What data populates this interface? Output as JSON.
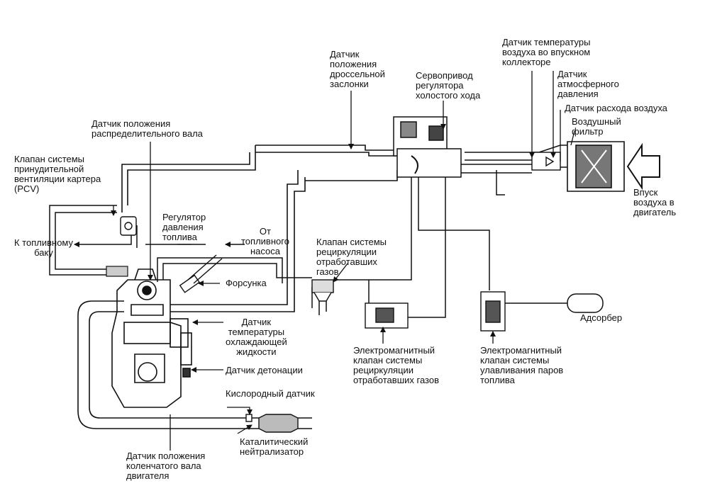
{
  "colors": {
    "ink": "#111111",
    "paper": "#ffffff"
  },
  "labels": {
    "tps": "Датчик\nположения\nдроссельной\nзаслонки",
    "iac": "Сервопривод\nрегулятора\nхолостого хода",
    "iat": "Датчик температуры\nвоздуха во впускном\nколлекторе",
    "baro": "Датчик\nатмосферного\nдавления",
    "maf": "Датчик расхода воздуха",
    "air_filter": "Воздушный\nфильтр",
    "intake": "Впуск\nвоздуха в\nдвигатель",
    "cam": "Датчик положения\nраспределительного вала",
    "pcv": "Клапан системы\nпринудительной\nвентиляции картера\n(PCV)",
    "fuel_reg": "Регулятор\nдавления\nтоплива",
    "from_pump": "От\nтопливного\nнасоса",
    "to_tank": "К топливному\nбаку",
    "egr_valve": "Клапан системы\nрециркуляции\nотработавших\nгазов",
    "injector": "Форсунка",
    "coolant": "Датчик\nтемпературы\nохлаждающей\nжидкости",
    "knock": "Датчик детонации",
    "o2": "Кислородный датчик",
    "catalyst": "Каталитический\nнейтрализатор",
    "crank": "Датчик положения\nколенчатого вала\nдвигателя",
    "egr_solenoid": "Электромагнитный\nклапан системы\nрециркуляции\nотработавших газов",
    "evap_solenoid": "Электромагнитный\nклапан системы\nулавливания паров\nтоплива",
    "canister": "Адсорбер"
  }
}
